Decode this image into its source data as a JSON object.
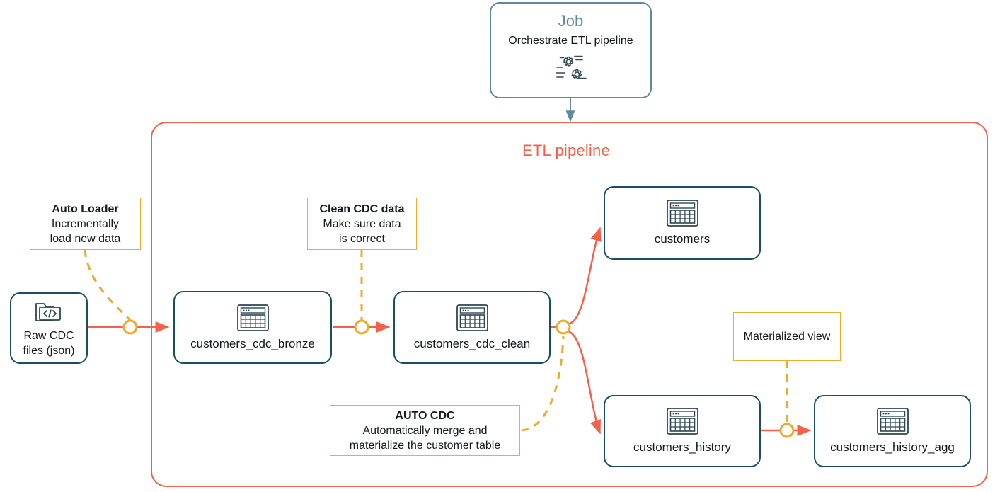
{
  "pipeline": {
    "title": "ETL pipeline",
    "accent_color": "#f4614a"
  },
  "job": {
    "title": "Job",
    "subtitle": "Orchestrate ETL pipeline",
    "icon": "gears-pipeline-icon",
    "border_color": "#5f8a9c"
  },
  "nodes": [
    {
      "id": "raw_cdc",
      "label": "Raw CDC\nfiles (json)",
      "icon": "folder-code-icon"
    },
    {
      "id": "customers_cdc_bronze",
      "label": "customers_cdc_bronze",
      "icon": "table-icon"
    },
    {
      "id": "customers_cdc_clean",
      "label": "customers_cdc_clean",
      "icon": "table-icon"
    },
    {
      "id": "customers",
      "label": "customers",
      "icon": "table-icon"
    },
    {
      "id": "customers_history",
      "label": "customers_history",
      "icon": "table-icon"
    },
    {
      "id": "customers_history_agg",
      "label": "customers_history_agg",
      "icon": "table-icon"
    }
  ],
  "notes": [
    {
      "id": "auto_loader",
      "title": "Auto Loader",
      "body": "Incrementally\nload new data"
    },
    {
      "id": "clean_cdc",
      "title": "Clean CDC data",
      "body": "Make sure data\nis correct"
    },
    {
      "id": "auto_cdc",
      "title": "AUTO CDC",
      "body": "Automatically merge and\nmaterialize the customer table"
    },
    {
      "id": "materialized_view",
      "title": "",
      "body": "Materialized view"
    }
  ],
  "colors": {
    "node_border": "#1b4e60",
    "note_border": "#eead2d",
    "flow_arrow": "#f4614a",
    "connector_ring": "#f0a92a",
    "job_border": "#5f8a9c",
    "text": "#15191c"
  }
}
